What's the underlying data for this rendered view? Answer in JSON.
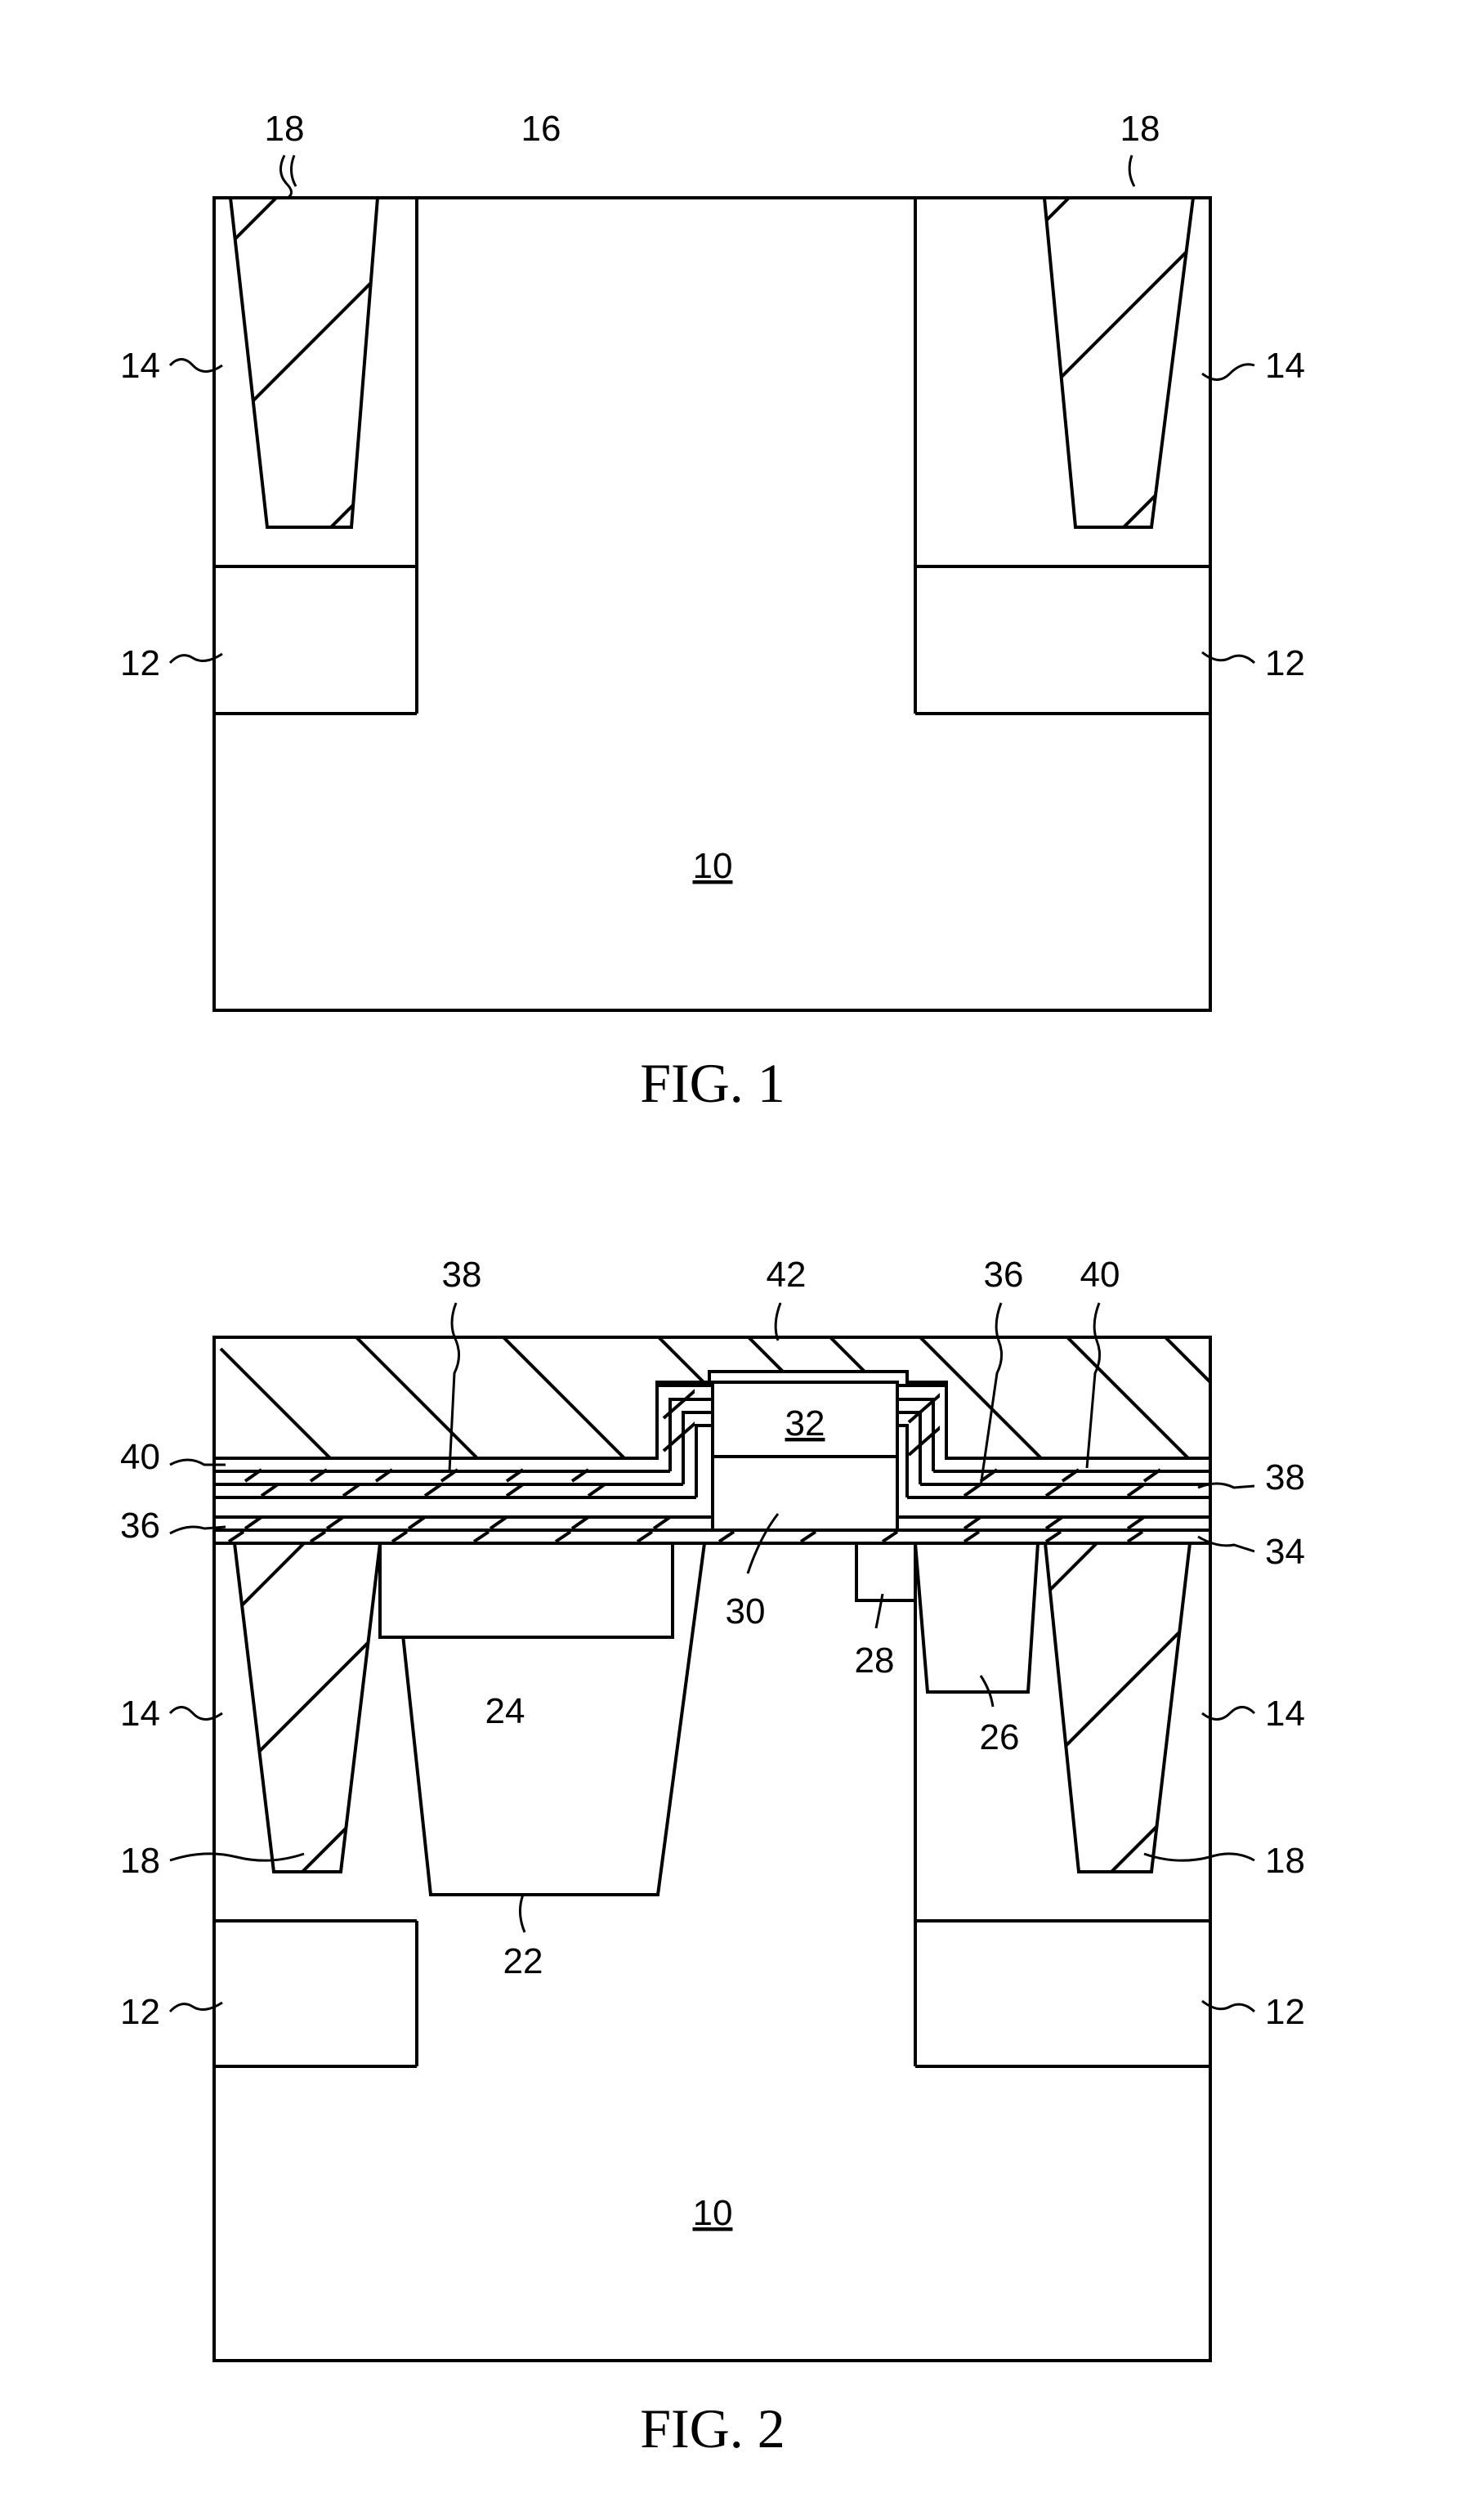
{
  "fig1": {
    "caption": "FIG. 1",
    "labels": {
      "substrate": "10",
      "well_left": "12",
      "well_right": "12",
      "region_left": "14",
      "region_right": "14",
      "surface": "16",
      "iso_left": "18",
      "iso_right": "18"
    }
  },
  "fig2": {
    "caption": "FIG. 2",
    "labels": {
      "substrate": "10",
      "well_left": "12",
      "well_right": "12",
      "region_left": "14",
      "region_right": "14",
      "iso_left": "18",
      "iso_right": "18",
      "drift": "22",
      "drain": "24",
      "source": "26",
      "body_contact": "28",
      "gate": "30",
      "gate_cap": "32",
      "liner_right": "34",
      "layer36_left": "36",
      "layer36_right": "36",
      "layer38_top": "38",
      "layer38_right": "38",
      "layer40_left": "40",
      "layer40_top": "40",
      "cap_layer": "42"
    }
  }
}
